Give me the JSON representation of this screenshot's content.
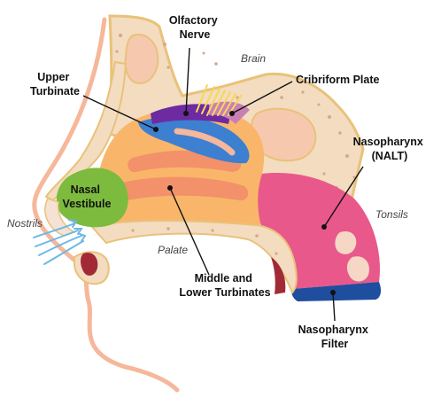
{
  "labels": {
    "olfactory_nerve": [
      "Olfactory",
      "Nerve"
    ],
    "brain": "Brain",
    "upper_turbinate": [
      "Upper",
      "Turbinate"
    ],
    "cribriform_plate": "Cribriform Plate",
    "nasopharynx_nalt": [
      "Nasopharynx",
      "(NALT)"
    ],
    "nasal_vestibule": [
      "Nasal",
      "Vestibule"
    ],
    "tonsils": "Tonsils",
    "nostrils": "Nostrils",
    "palate": "Palate",
    "middle_lower_turbinates": [
      "Middle and",
      "Lower Turbinates"
    ],
    "nasopharynx_filter": [
      "Nasopharynx",
      "Filter"
    ]
  },
  "colors": {
    "bone": "#f3dcc0",
    "bone_outline": "#e9c27a",
    "bone_spot": "#d4a98a",
    "skin": "#fbc9a8",
    "nasal_cavity": "#f9b66a",
    "turbinate": "#f3916a",
    "upper_turbinate": "#3d7fd1",
    "olfactory": "#6e2aa0",
    "cribriform": "#c87fb5",
    "nasopharynx": "#e9588a",
    "vestibule": "#7dbb3f",
    "filter": "#1f4e9e",
    "airflow": "#6cb8e6",
    "muscle": "#a22a36"
  }
}
